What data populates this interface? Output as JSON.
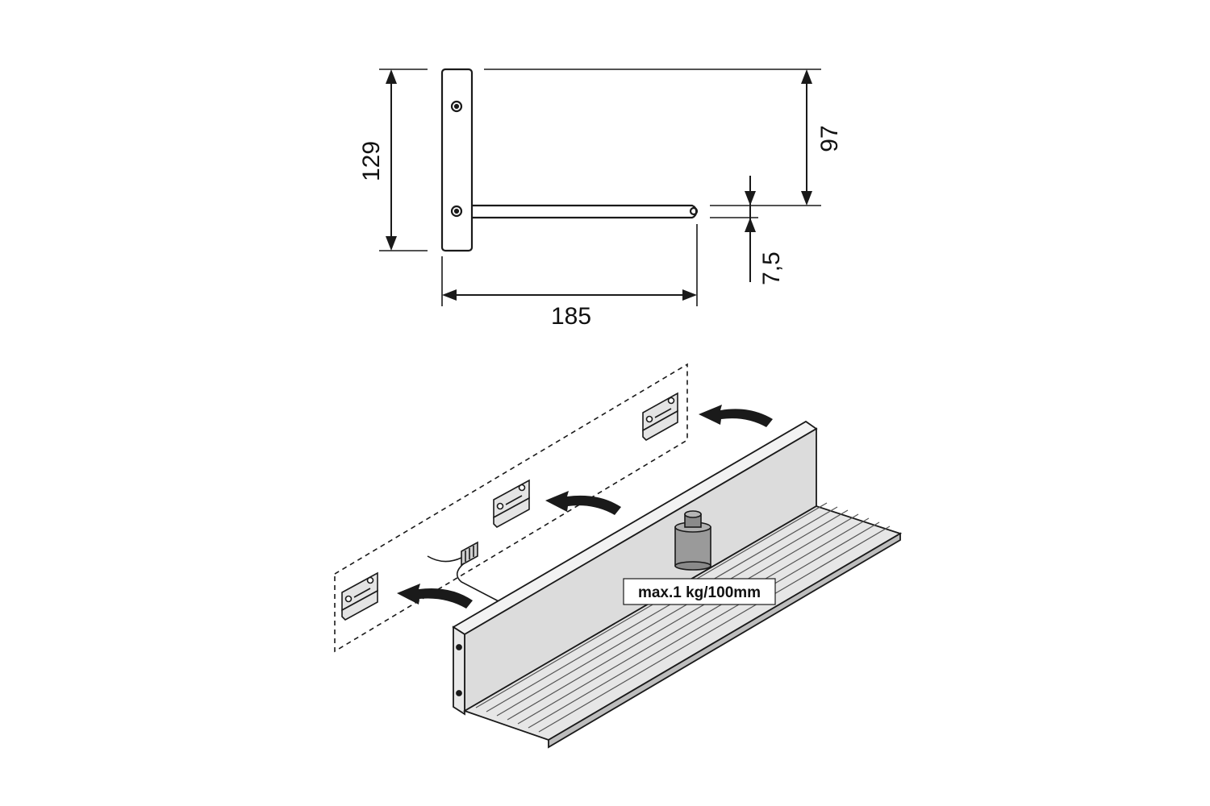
{
  "dimensions": {
    "total_height": "129",
    "upper_height": "97",
    "arm_thickness": "7,5",
    "arm_length": "185"
  },
  "load_label": "max.1 kg/100mm",
  "colors": {
    "line": "#1a1a1a",
    "shelf_fill": "#dcdcdc",
    "shelf_shadow": "#bdbdbd",
    "weight_fill": "#9a9a9a",
    "weight_dark": "#6e6e6e"
  }
}
